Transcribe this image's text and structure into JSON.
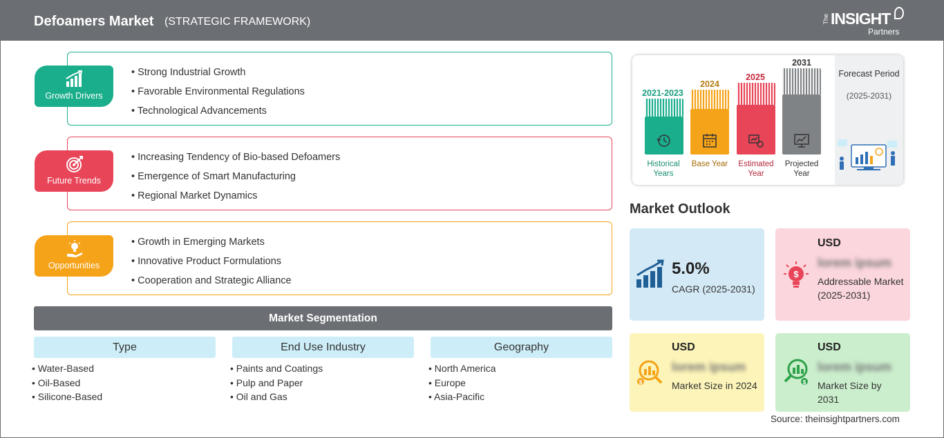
{
  "header": {
    "title": "Defoamers Market",
    "subtitle": "(STRATEGIC FRAMEWORK)",
    "logo_the": "The",
    "logo_insight": "INSIGHT",
    "logo_partners": "Partners"
  },
  "framework": [
    {
      "label": "Growth Drivers",
      "color": "#1aae8c",
      "icon": "growth-chart-icon",
      "bullets": [
        "Strong Industrial Growth",
        "Favorable Environmental Regulations",
        "Technological Advancements"
      ]
    },
    {
      "label": "Future Trends",
      "color": "#e84558",
      "icon": "target-icon",
      "bullets": [
        "Increasing Tendency of Bio-based Defoamers",
        "Emergence of Smart Manufacturing",
        "Regional Market Dynamics"
      ]
    },
    {
      "label": "Opportunities",
      "color": "#f5a319",
      "icon": "lightbulb-hand-icon",
      "bullets": [
        "Growth in Emerging Markets",
        "Innovative Product Formulations",
        "Cooperation and Strategic Alliance"
      ]
    }
  ],
  "segmentation": {
    "title": "Market Segmentation",
    "columns": [
      {
        "head": "Type",
        "items": [
          "Water-Based",
          "Oil-Based",
          "Silicone-Based"
        ]
      },
      {
        "head": "End Use Industry",
        "items": [
          "Paints and Coatings",
          "Pulp and Paper",
          "Oil and Gas"
        ]
      },
      {
        "head": "Geography",
        "items": [
          "North America",
          "Europe",
          "Asia-Pacific"
        ]
      }
    ]
  },
  "timeline": {
    "periods": [
      {
        "year": "2021-2023",
        "caption": "Historical Years",
        "color": "#1aae8c",
        "year_color": "#1a9e80",
        "icon": "history-icon"
      },
      {
        "year": "2024",
        "caption": "Base Year",
        "color": "#f5a319",
        "year_color": "#b57a10",
        "icon": "calendar-icon"
      },
      {
        "year": "2025",
        "caption": "Estimated Year",
        "color": "#e84558",
        "year_color": "#c8283c",
        "icon": "estimate-icon"
      },
      {
        "year": "2031",
        "caption": "Projected Year",
        "color": "#808386",
        "year_color": "#333333",
        "icon": "projection-icon"
      }
    ],
    "forecast_label": "Forecast Period",
    "forecast_period": "(2025-2031)"
  },
  "outlook": {
    "title": "Market Outlook",
    "cagr_value": "5.0%",
    "cagr_label": "CAGR (2025-2031)",
    "addressable_currency": "USD",
    "addressable_value": "lorem ipsum",
    "addressable_label": "Addressable Market (2025-2031)",
    "size2024_currency": "USD",
    "size2024_value": "lorem ipsum",
    "size2024_label": "Market Size in 2024",
    "size2031_currency": "USD",
    "size2031_value": "lorem ipsum",
    "size2031_label": "Market Size by 2031",
    "colors": {
      "cagr": "#d4e9f6",
      "addressable": "#fbd6dc",
      "size2024": "#fcf4b8",
      "size2031": "#cbeecd"
    }
  },
  "source": "Source: theinsightpartners.com"
}
